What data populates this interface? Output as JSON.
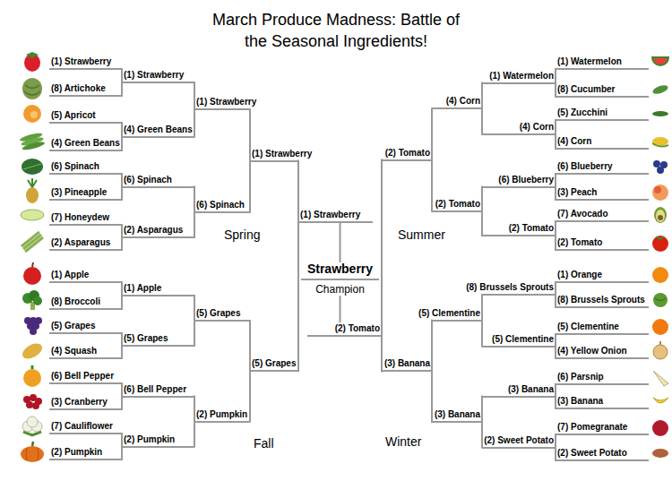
{
  "diagram": {
    "title": "March Produce Madness: Battle of the Seasonal Ingredients!",
    "nodes": [
      {
        "text": [
          "(1) Strawberry"
        ]
      },
      {
        "text": [
          "(8) Artichoke"
        ]
      },
      {
        "text": [
          "(5) Apricot"
        ]
      },
      {
        "text": [
          "(4) Green Beans"
        ]
      },
      {
        "text": [
          "(6) Spinach"
        ]
      },
      {
        "text": [
          "(3) Pineapple"
        ]
      },
      {
        "text": [
          "(7) Honeydew"
        ]
      },
      {
        "text": [
          "(2) Asparagus"
        ]
      },
      {
        "text": [
          "(1) Strawberry"
        ]
      },
      {
        "text": [
          "(4) Green Beans"
        ]
      },
      {
        "text": [
          "(6) Spinach"
        ]
      },
      {
        "text": [
          "(2) Asparagus"
        ]
      },
      {
        "text": [
          "(1) Strawberry"
        ]
      },
      {
        "text": [
          "(6) Spinach"
        ]
      },
      {
        "text": [
          "(1) Strawberry"
        ]
      },
      {
        "text": [
          "(1) Apple"
        ]
      },
      {
        "text": [
          "(8) Broccoli"
        ]
      },
      {
        "text": [
          "(5) Grapes"
        ]
      },
      {
        "text": [
          "(4) Squash"
        ]
      },
      {
        "text": [
          "(6) Bell Pepper"
        ]
      },
      {
        "text": [
          "(3) Cranberry"
        ]
      },
      {
        "text": [
          "(7) Cauliflower"
        ]
      },
      {
        "text": [
          "(2) Pumpkin"
        ]
      },
      {
        "text": [
          "(1) Apple"
        ]
      },
      {
        "text": [
          "(5) Grapes"
        ]
      },
      {
        "text": [
          "(6) Bell Pepper"
        ]
      },
      {
        "text": [
          "(2) Pumpkin"
        ]
      },
      {
        "text": [
          "(5) Grapes"
        ]
      },
      {
        "text": [
          "(2) Pumpkin"
        ]
      },
      {
        "text": [
          "(5) Grapes"
        ]
      },
      {
        "text": [
          "(1) Watermelon"
        ]
      },
      {
        "text": [
          "(8) Cucumber"
        ]
      },
      {
        "text": [
          "(5) Zucchini"
        ]
      },
      {
        "text": [
          "(4) Corn"
        ]
      },
      {
        "text": [
          "(6) Blueberry"
        ]
      },
      {
        "text": [
          "(3) Peach"
        ]
      },
      {
        "text": [
          "(7) Avocado"
        ]
      },
      {
        "text": [
          "(2) Tomato"
        ]
      },
      {
        "text": [
          "(1) Watermelon"
        ]
      },
      {
        "text": [
          "(4) Corn"
        ]
      },
      {
        "text": [
          "(6) Blueberry"
        ]
      },
      {
        "text": [
          "(2) Tomato"
        ]
      },
      {
        "text": [
          "(4) Corn"
        ]
      },
      {
        "text": [
          "(2) Tomato"
        ]
      },
      {
        "text": [
          "(2) Tomato"
        ]
      },
      {
        "text": [
          "(1) Orange"
        ]
      },
      {
        "text": [
          "(8) Brussels Sprouts"
        ]
      },
      {
        "text": [
          "(5) Clementine"
        ]
      },
      {
        "text": [
          "(4) Yellow Onion"
        ]
      },
      {
        "text": [
          "(6) Parsnip"
        ]
      },
      {
        "text": [
          "(3) Banana"
        ]
      },
      {
        "text": [
          "(7) Pomegranate"
        ]
      },
      {
        "text": [
          "(2) Sweet Potato"
        ]
      },
      {
        "text": [
          "(8) Brussels Sprouts"
        ]
      },
      {
        "text": [
          "(5) Clementine"
        ]
      },
      {
        "text": [
          "(3) Banana"
        ]
      },
      {
        "text": [
          "(2) Sweet Potato"
        ]
      },
      {
        "text": [
          "(5) Clementine"
        ]
      },
      {
        "text": [
          "(3) Banana"
        ]
      },
      {
        "text": [
          "(3) Banana"
        ]
      },
      {
        "text": [
          "(1) Strawberry"
        ]
      },
      {
        "text": [
          "(2) Tomato"
        ]
      },
      {
        "text": [
          "Strawberry",
          "Champion"
        ]
      }
    ],
    "edges": [
      {
        "from": 0,
        "to": 8,
        "arrow": "none"
      },
      {
        "from": 1,
        "to": 8,
        "arrow": "none"
      },
      {
        "from": 2,
        "to": 9,
        "arrow": "none"
      },
      {
        "from": 3,
        "to": 9,
        "arrow": "none"
      },
      {
        "from": 4,
        "to": 10,
        "arrow": "none"
      },
      {
        "from": 5,
        "to": 10,
        "arrow": "none"
      },
      {
        "from": 6,
        "to": 11,
        "arrow": "none"
      },
      {
        "from": 7,
        "to": 11,
        "arrow": "none"
      },
      {
        "from": 8,
        "to": 12,
        "arrow": "none"
      },
      {
        "from": 9,
        "to": 12,
        "arrow": "none"
      },
      {
        "from": 10,
        "to": 13,
        "arrow": "none"
      },
      {
        "from": 11,
        "to": 13,
        "arrow": "none"
      },
      {
        "from": 12,
        "to": 14,
        "arrow": "none"
      },
      {
        "from": 13,
        "to": 14,
        "arrow": "none"
      },
      {
        "from": 15,
        "to": 23,
        "arrow": "none"
      },
      {
        "from": 16,
        "to": 23,
        "arrow": "none"
      },
      {
        "from": 17,
        "to": 24,
        "arrow": "none"
      },
      {
        "from": 18,
        "to": 24,
        "arrow": "none"
      },
      {
        "from": 19,
        "to": 25,
        "arrow": "none"
      },
      {
        "from": 20,
        "to": 25,
        "arrow": "none"
      },
      {
        "from": 21,
        "to": 26,
        "arrow": "none"
      },
      {
        "from": 22,
        "to": 26,
        "arrow": "none"
      },
      {
        "from": 23,
        "to": 27,
        "arrow": "none"
      },
      {
        "from": 24,
        "to": 27,
        "arrow": "none"
      },
      {
        "from": 25,
        "to": 28,
        "arrow": "none"
      },
      {
        "from": 26,
        "to": 28,
        "arrow": "none"
      },
      {
        "from": 27,
        "to": 29,
        "arrow": "none"
      },
      {
        "from": 28,
        "to": 29,
        "arrow": "none"
      },
      {
        "from": 30,
        "to": 38,
        "arrow": "none"
      },
      {
        "from": 31,
        "to": 38,
        "arrow": "none"
      },
      {
        "from": 32,
        "to": 39,
        "arrow": "none"
      },
      {
        "from": 33,
        "to": 39,
        "arrow": "none"
      },
      {
        "from": 34,
        "to": 40,
        "arrow": "none"
      },
      {
        "from": 35,
        "to": 40,
        "arrow": "none"
      },
      {
        "from": 36,
        "to": 41,
        "arrow": "none"
      },
      {
        "from": 37,
        "to": 41,
        "arrow": "none"
      },
      {
        "from": 38,
        "to": 42,
        "arrow": "none"
      },
      {
        "from": 39,
        "to": 42,
        "arrow": "none"
      },
      {
        "from": 40,
        "to": 43,
        "arrow": "none"
      },
      {
        "from": 41,
        "to": 43,
        "arrow": "none"
      },
      {
        "from": 42,
        "to": 44,
        "arrow": "none"
      },
      {
        "from": 43,
        "to": 44,
        "arrow": "none"
      },
      {
        "from": 45,
        "to": 53,
        "arrow": "none"
      },
      {
        "from": 46,
        "to": 53,
        "arrow": "none"
      },
      {
        "from": 47,
        "to": 54,
        "arrow": "none"
      },
      {
        "from": 48,
        "to": 54,
        "arrow": "none"
      },
      {
        "from": 49,
        "to": 55,
        "arrow": "none"
      },
      {
        "from": 50,
        "to": 55,
        "arrow": "none"
      },
      {
        "from": 51,
        "to": 56,
        "arrow": "none"
      },
      {
        "from": 52,
        "to": 56,
        "arrow": "none"
      },
      {
        "from": 53,
        "to": 57,
        "arrow": "none"
      },
      {
        "from": 54,
        "to": 57,
        "arrow": "none"
      },
      {
        "from": 55,
        "to": 58,
        "arrow": "none"
      },
      {
        "from": 56,
        "to": 58,
        "arrow": "none"
      },
      {
        "from": 57,
        "to": 59,
        "arrow": "none"
      },
      {
        "from": 58,
        "to": 59,
        "arrow": "none"
      },
      {
        "from": 14,
        "to": 60,
        "arrow": "none"
      },
      {
        "from": 29,
        "to": 60,
        "arrow": "none"
      },
      {
        "from": 44,
        "to": 61,
        "arrow": "none"
      },
      {
        "from": 59,
        "to": 61,
        "arrow": "none"
      },
      {
        "from": 60,
        "to": 62,
        "arrow": "none"
      },
      {
        "from": 61,
        "to": 62,
        "arrow": "none"
      }
    ],
    "labels": [
      "Spring",
      "Summer",
      "Fall",
      "Winter"
    ]
  }
}
